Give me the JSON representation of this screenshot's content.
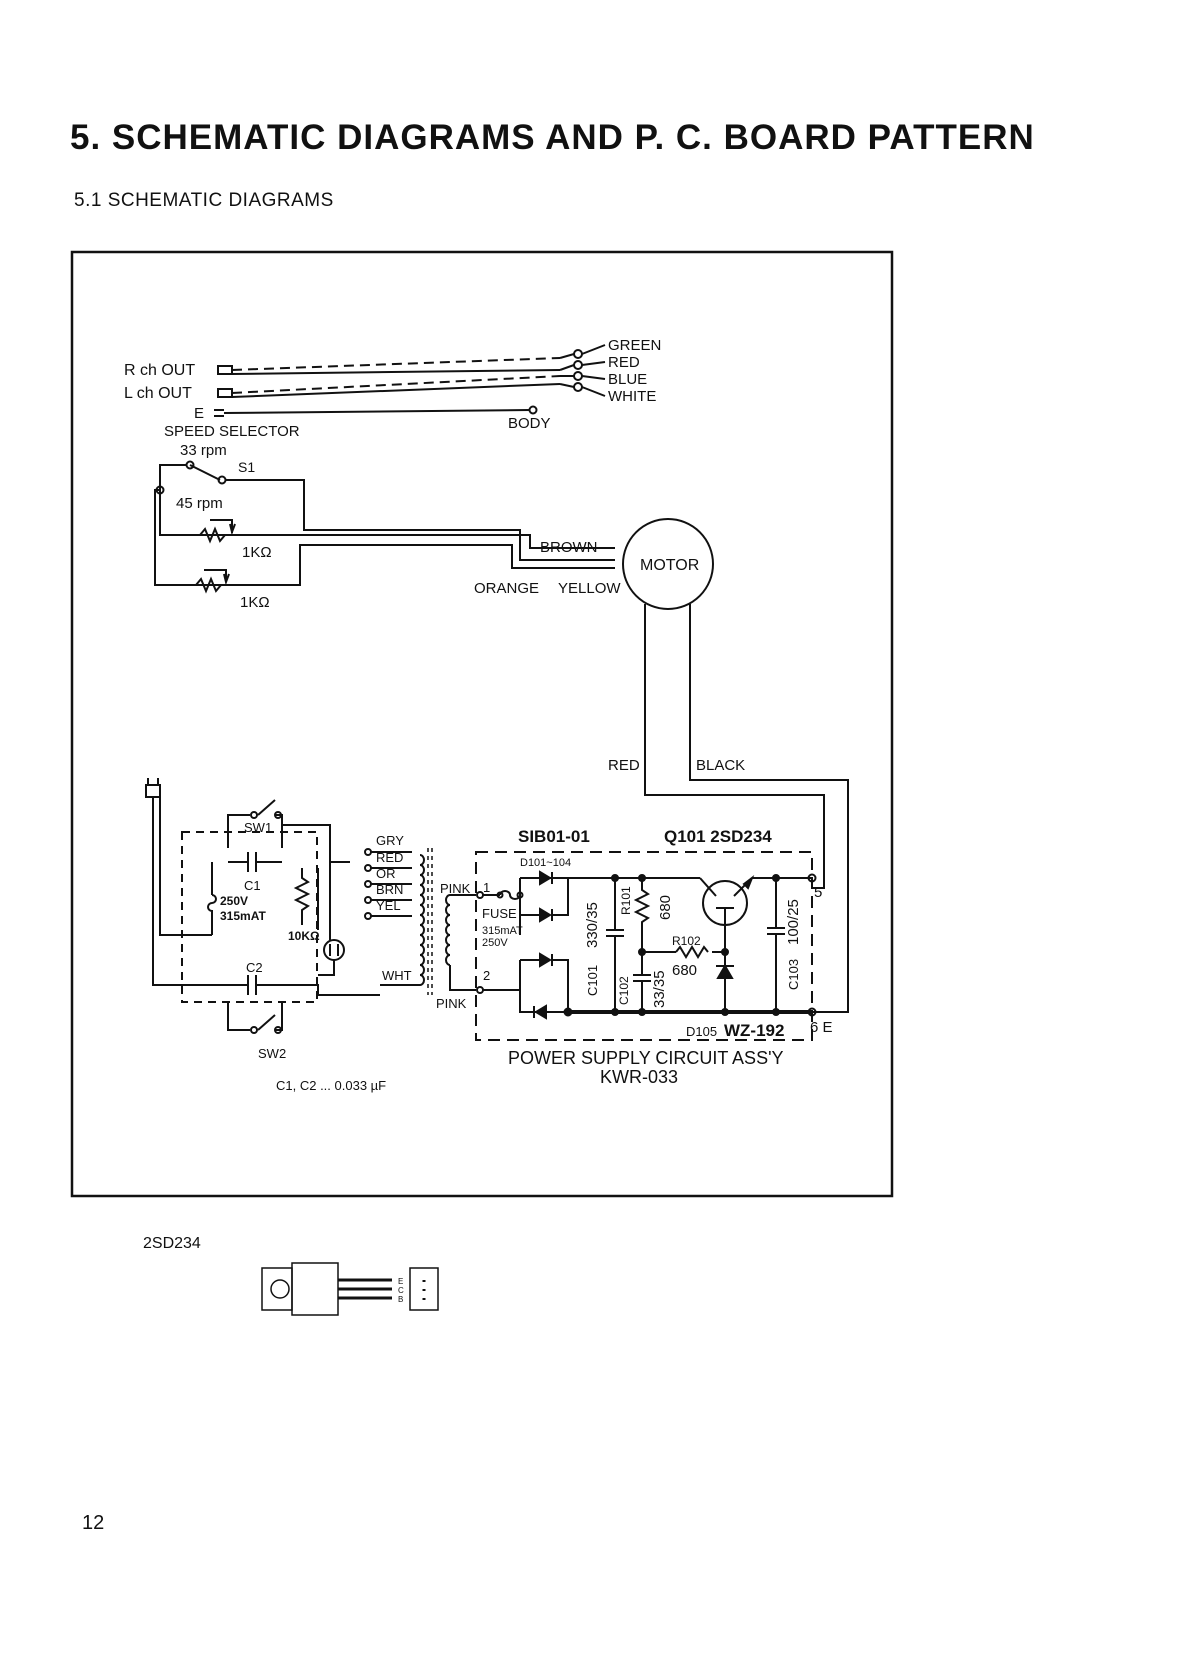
{
  "heading": "5.  SCHEMATIC DIAGRAMS AND P. C. BOARD PATTERN",
  "subheading": "5.1  SCHEMATIC DIAGRAMS",
  "outputs": {
    "r_ch_out": "R ch  OUT",
    "l_ch_out": "L ch  OUT",
    "e": "E",
    "body": "BODY",
    "green": "GREEN",
    "red": "RED",
    "blue": "BLUE",
    "white": "WHITE"
  },
  "speed_selector": {
    "label": "SPEED SELECTOR",
    "rpm_33": "33 rpm",
    "rpm_45": "45 rpm",
    "switch": "S1",
    "pot1": "1KΩ",
    "pot2": "1KΩ"
  },
  "motor": {
    "label": "MOTOR",
    "brown": "BROWN",
    "orange": "ORANGE",
    "yellow": "YELLOW",
    "red": "RED",
    "black": "BLACK"
  },
  "mains": {
    "sw1": "SW1",
    "sw2": "SW2",
    "c1": "C1",
    "c2": "C2",
    "fuse_v": "250V",
    "fuse_a": "315mAT",
    "resistor": "10KΩ",
    "caps_note": "C1, C2 ... 0.033 µF"
  },
  "transformer": {
    "gry": "GRY",
    "red": "RED",
    "or": "OR",
    "brn": "BRN",
    "yel": "YEL",
    "wht": "WHT",
    "pink_top": "PINK",
    "pink_bottom": "PINK",
    "pin1": "1",
    "pin2": "2"
  },
  "power_supply": {
    "board": "SIB01-01",
    "q101": "Q101 2SD234",
    "diodes": "D101~104",
    "fuse": "FUSE",
    "fuse_rating": "315mAT",
    "fuse_voltage": "250V",
    "c101_value": "330/35",
    "c101": "C101",
    "r101": "R101",
    "r101_value": "680",
    "r102": "R102",
    "r102_value": "680",
    "c102": "C102",
    "c102_value": "33/35",
    "c103_value": "100/25",
    "c103": "C103",
    "pin5": "5",
    "pin6": "6 E",
    "d105": "D105",
    "zener": "WZ-192",
    "assy": "POWER  SUPPLY  CIRCUIT  ASS'Y",
    "model": "KWR-033"
  },
  "package": {
    "label": "2SD234",
    "pins": [
      "E",
      "C",
      "B"
    ]
  },
  "page_number": "12"
}
